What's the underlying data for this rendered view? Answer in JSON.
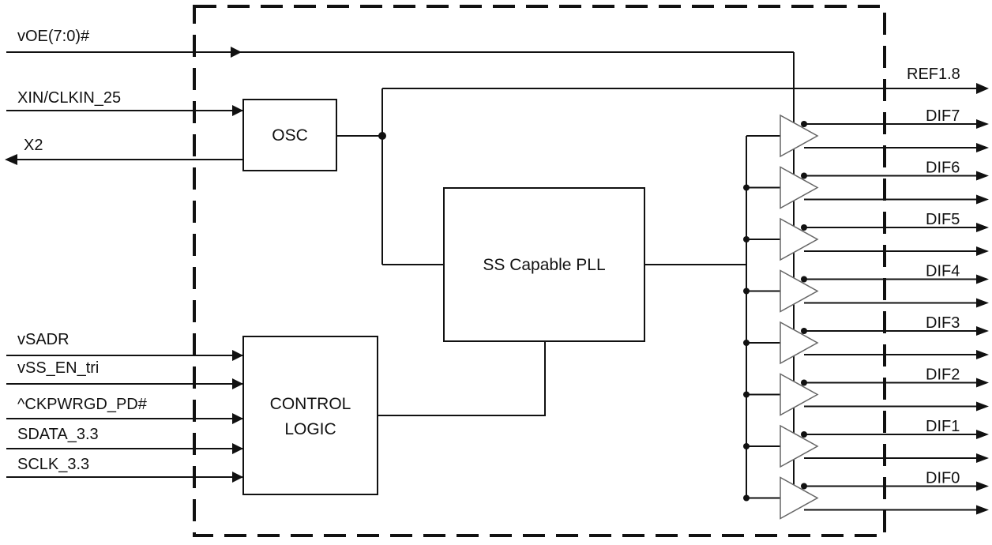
{
  "inputs": {
    "voe": "vOE(7:0)#",
    "xin": "XIN/CLKIN_25",
    "x2": "X2",
    "vsadr": "vSADR",
    "vss_en": "vSS_EN_tri",
    "ckpwrgd": "^CKPWRGD_PD#",
    "sdata": "SDATA_3.3",
    "sclk": "SCLK_3.3"
  },
  "blocks": {
    "osc": "OSC",
    "pll": "SS Capable PLL",
    "control_line1": "CONTROL",
    "control_line2": "LOGIC"
  },
  "outputs": {
    "ref": "REF1.8",
    "dif": [
      "DIF7",
      "DIF6",
      "DIF5",
      "DIF4",
      "DIF3",
      "DIF2",
      "DIF1",
      "DIF0"
    ]
  }
}
